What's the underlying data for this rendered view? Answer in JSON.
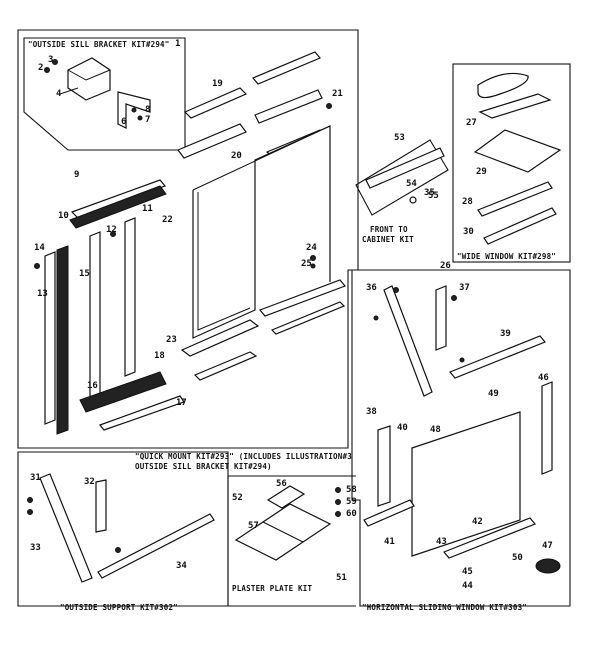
{
  "captions": {
    "outside_sill_bracket_kit": "\"OUTSIDE SILL BRACKET KIT#294\"",
    "quick_mount_kit_line1": "\"QUICK MOUNT KIT#293\" (INCLUDES ILLUSTRATION#3",
    "quick_mount_kit_line2": "OUTSIDE SILL BRACKET KIT#294)",
    "front_to_cabinet_kit_line1": "FRONT TO",
    "front_to_cabinet_kit_line2": "CABINET KIT",
    "wide_window_kit": "\"WIDE WINDOW KIT#298\"",
    "outside_support_kit": "\"OUTSIDE SUPPORT KIT#302\"",
    "plaster_plate_kit": "PLASTER PLATE KIT",
    "horizontal_sliding_window_kit": "\"HORIZONTAL SLIDING WINDOW KIT#303\""
  },
  "callouts": {
    "n1": "1",
    "n2": "2",
    "n3": "3",
    "n4": "4",
    "n6": "6",
    "n7": "7",
    "n8": "8",
    "n9": "9",
    "n10": "10",
    "n11": "11",
    "n12": "12",
    "n13": "13",
    "n14": "14",
    "n15": "15",
    "n16": "16",
    "n17": "17",
    "n18": "18",
    "n19": "19",
    "n20": "20",
    "n21": "21",
    "n22": "22",
    "n23": "23",
    "n24": "24",
    "n25": "25",
    "n26": "26",
    "n27": "27",
    "n28": "28",
    "n29": "29",
    "n30": "30",
    "n31": "31",
    "n32": "32",
    "n33": "33",
    "n34": "34",
    "n35": "35",
    "n36": "36",
    "n37": "37",
    "n38": "38",
    "n39": "39",
    "n40": "40",
    "n41": "41",
    "n42": "42",
    "n43": "43",
    "n44": "44",
    "n45": "45",
    "n46": "46",
    "n47": "47",
    "n48": "48",
    "n49": "49",
    "n50": "50",
    "n51": "51",
    "n52": "52",
    "n53": "53",
    "n54": "54",
    "n55": "55",
    "n56": "56",
    "n57": "57",
    "n58": "58",
    "n59": "59",
    "n60": "60"
  }
}
